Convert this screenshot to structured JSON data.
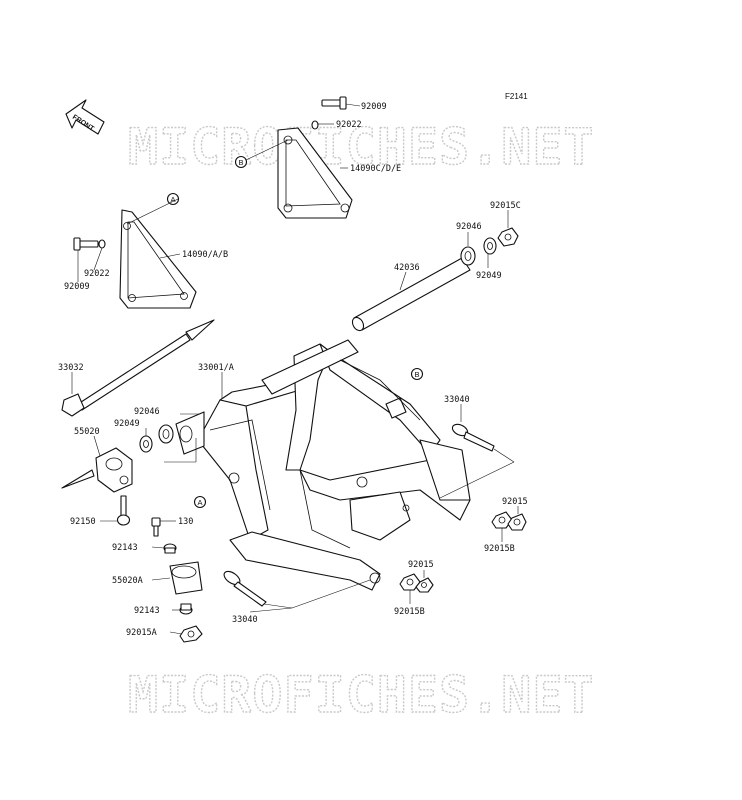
{
  "figure_code": "F2141",
  "front_label": "FRONT",
  "watermark": "MICROFICHES.NET",
  "ref_letters": {
    "a": "A",
    "b": "B"
  },
  "colors": {
    "line": "#111111",
    "watermark": "#c9c9c9",
    "background": "#ffffff"
  },
  "parts": {
    "p92009_top": "92009",
    "p92022_top": "92022",
    "p14090cde": "14090C/D/E",
    "p14090ab": "14090/A/B",
    "p92022_left": "92022",
    "p92009_left": "92009",
    "p92046_right": "92046",
    "p92015c": "92015C",
    "p92049_right": "92049",
    "p42036": "42036",
    "p33032": "33032",
    "p33001a": "33001/A",
    "p92046_left": "92046",
    "p92049_left": "92049",
    "p55020": "55020",
    "p33040_right": "33040",
    "p92015_right": "92015",
    "p92015b_right": "92015B",
    "p92150": "92150",
    "p130": "130",
    "p92143_top": "92143",
    "p55020a": "55020A",
    "p92143_bottom": "92143",
    "p92015a": "92015A",
    "p33040_bottom": "33040",
    "p92015_bottom": "92015",
    "p92015b_bottom": "92015B"
  }
}
